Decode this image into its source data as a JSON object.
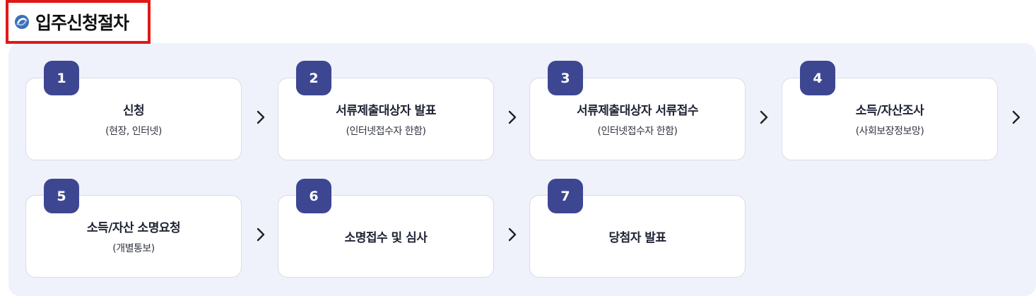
{
  "section": {
    "title": "입주신청절차"
  },
  "steps": [
    {
      "number": "1",
      "title": "신청",
      "sub": "(현장, 인터넷)"
    },
    {
      "number": "2",
      "title": "서류제출대상자 발표",
      "sub": "(인터넷접수자 한함)"
    },
    {
      "number": "3",
      "title": "서류제출대상자 서류접수",
      "sub": "(인터넷접수자 한함)"
    },
    {
      "number": "4",
      "title": "소득/자산조사",
      "sub": "(사회보장정보망)"
    },
    {
      "number": "5",
      "title": "소득/자산 소명요청",
      "sub": "(개별통보)"
    },
    {
      "number": "6",
      "title": "소명접수 및 심사",
      "sub": ""
    },
    {
      "number": "7",
      "title": "당첨자 발표",
      "sub": ""
    }
  ],
  "colors": {
    "accent": "#3d4791",
    "highlight_border": "#e01818",
    "panel_bg": "#eff2fa"
  },
  "icons": {
    "title": "logo-swirl-icon",
    "arrow": "chevron-right-icon"
  }
}
